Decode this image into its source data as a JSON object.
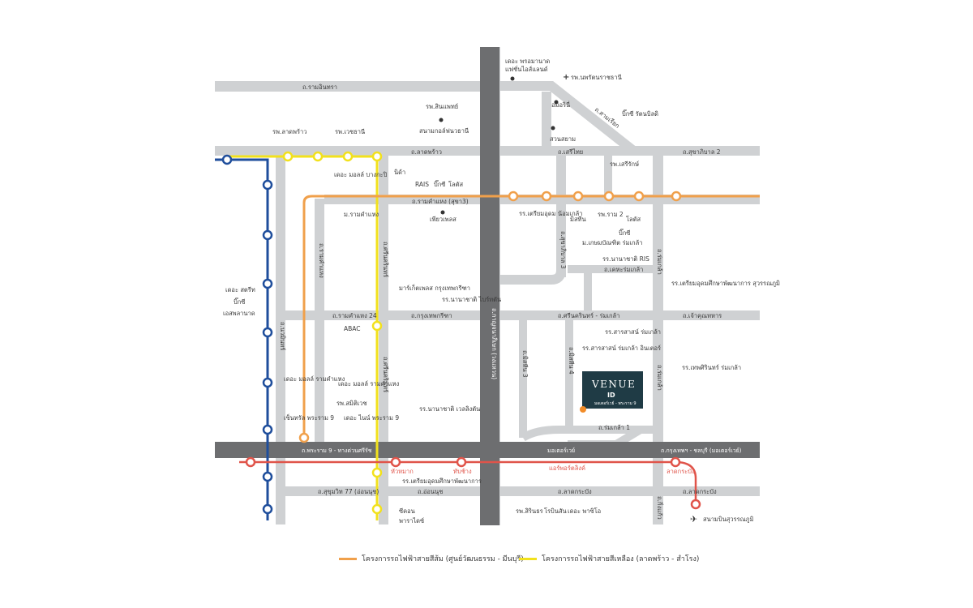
{
  "colors": {
    "road": "#cfd1d3",
    "expressway": "#6d6e70",
    "blue_line": "#1f4e9c",
    "orange_line": "#f0a04b",
    "yellow_line": "#f2e11c",
    "red_line": "#e0544a",
    "venue_bg": "#1f3b45",
    "venue_dot": "#f28c28"
  },
  "roads": {
    "ramintra": "ถ.รามอินทรา",
    "ladprao": "ถ.ลาดพร้าว",
    "serithai": "ถ.เสรีไทย",
    "sukhaphiban": "ถ.สุขาภิบาล 2",
    "ramkhamhaeng_soi3": "ถ.รามคำแหง (สุขา3)",
    "ramkhamhaeng_left": "ถ.รามคำแหง",
    "ramkhamhaeng24": "ถ.รามคำแหง 24",
    "krungthepkreetha": "ถ.กรุงเทพกรีฑา",
    "srinakarin_romklao": "ถ.ศรีนครินทร์ - ร่มเกล้า",
    "chaokhunthahan": "ถ.เจ้าคุณทหาร",
    "kehromklao": "ถ.เคหะร่มเกล้า",
    "romklao_vertical": "ถ.ร่มเกล้า",
    "romklao_vertical2": "ถ.ร่มเกล้า",
    "romklao1": "ถ.ร่มเกล้า 1",
    "rama9": "ถ.พระราม 9 - ทางด่วนศรีรัช",
    "motorway": "มอเตอร์เวย์",
    "krungthep_chonburi": "ถ.กรุงเทพฯ - ชลบุรี (มอเตอร์เวย์)",
    "sukhumvit77": "ถ.สุขุมวิท 77 (อ่อนนุช)",
    "onnut": "ถ.อ่อนนุช",
    "latkrabang": "ถ.ลาดกระบัง",
    "latkrabang2": "ถ.ลาดกระบัง",
    "kingkaew": "ถ.กิ่งแก้ว",
    "kanchanaphisek": "ถ.กาญจนาภิเษก (วงแหวน)",
    "srinakarin": "ถ.ศรีนครินทร์",
    "srinakarin2": "ถ.ศรีนครินทร์",
    "ramkhamhaeng_v": "ถ.รามคำแหง",
    "serithai_v": "ถ.เสรีไทย",
    "mistine": "ถ.มิสทีน 3",
    "mistine4": "ถ.มิสทีน 4",
    "phrayasurein": "ถ.สามเรียก",
    "soi_nimit": "ถ.นวมินทร์",
    "sukhaphiban3": "ถ.สุขาภิบาล 3"
  },
  "places": {
    "the_promenade": "เดอะ พรอมานาด",
    "fashion_island": "แฟชั่นไอส์แลนด์",
    "nopparat_hospital": "รพ.นพรัตนราชธานี",
    "amorini": "อมอรินี่",
    "big_c": "บิ๊กซี รัตนบิลดิ",
    "suanssiam": "สวนสยาม",
    "sinphaet": "รพ.สินแพทย์",
    "stadium": "สนามกอล์ฟนวธานี",
    "ladprao_hosp": "รพ.ลาดพร้าว",
    "vejthani": "รพ.เวชธานี",
    "the_mall_bangkapi": "เดอะ มอลล์ บางกะปิ",
    "nida": "นิด้า",
    "rais_lbl": "RAIS",
    "bigc2": "บิ๊กซี",
    "lotus2": "โลตัส",
    "serirak": "รพ.เสรีรักษ์",
    "ramkhamhaeng_univ": "ม.รามคำแหง",
    "fashion_palace": "เพียวเพลส",
    "triamudom_noklao": "รร.เตรียมอุดม น้อมเกล้า",
    "mistine_place": "มิสทีน",
    "ram2_hosp": "รพ.ราม 2",
    "lotus_place": "โลตัส",
    "bigc_place": "บิ๊กซี",
    "kasem_romklao": "ม.เกษมบัณฑิต ร่มเกล้า",
    "nanachat_ris": "รร.นานาชาติ RIS",
    "triamudom_suvarnabhumi": "รร.เตรียมอุดมศึกษาพัฒนาการ สุวรรณภูมิ",
    "market_place": "มาร์เก็ตเพลส กรุงเทพกรีฑา",
    "nanachat_concordian": "รร.นานาชาติ ไบร์ทตัน",
    "the_mall_ramkham": "เดอะ มอลล์ รามคำแหง",
    "abac": "ABAC",
    "the_street": "เดอะ สตรีท",
    "big_c3": "บิ๊กซี",
    "lesplanade": "เอสพลานาด",
    "the_mall_ram": "เดอะ มอลล์ รามคำแหง",
    "sami_hosp": "รพ.สมิติเวช",
    "the_nine": "เดอะ ไนน์ พระราม 9",
    "central_rama9": "เซ็นทรัล พระราม 9",
    "nanachat_wellington": "รร.นานาชาติ เวลลิงตัน",
    "sarasas_romklao": "รร.สารสาสน์ ร่มเกล้า",
    "sarasas_inter": "รร.สารสาสน์ ร่มเกล้า อินเตอร์",
    "thepsirin": "รร.เทพศิรินทร์ ร่มเกล้า",
    "huamark": "หัวหมาก",
    "thap_chang": "ทับช้าง",
    "airport_link": "แอร์พอร์ตลิงค์",
    "latkrabang_stn": "ลาดกระบัง",
    "triamudom_pattanakarn": "รร.เตรียมอุดมศึกษาพัฒนาการ",
    "seacon": "ซีคอน",
    "paradise": "พาราไดซ์",
    "sirinthorn_hosp": "รพ.สิรินธร",
    "lotus_onnut": "โรบินสัน",
    "the_paseo": "เดอะ พาซิโอ",
    "suvarnabhumi_airport": "สนามบินสุวรรณภูมิ"
  },
  "venue": {
    "title": "VENUE",
    "logo": "ID",
    "subtitle": "มอเตอร์เวย์ - พระราม 9"
  },
  "legend": {
    "orange": "โครงการรถไฟฟ้าสายสีส้ม (ศูนย์วัฒนธรรม - มีนบุรี)",
    "yellow": "โครงการรถไฟฟ้าสายสีเหลือง (ลาดพร้าว - สำโรง)"
  }
}
